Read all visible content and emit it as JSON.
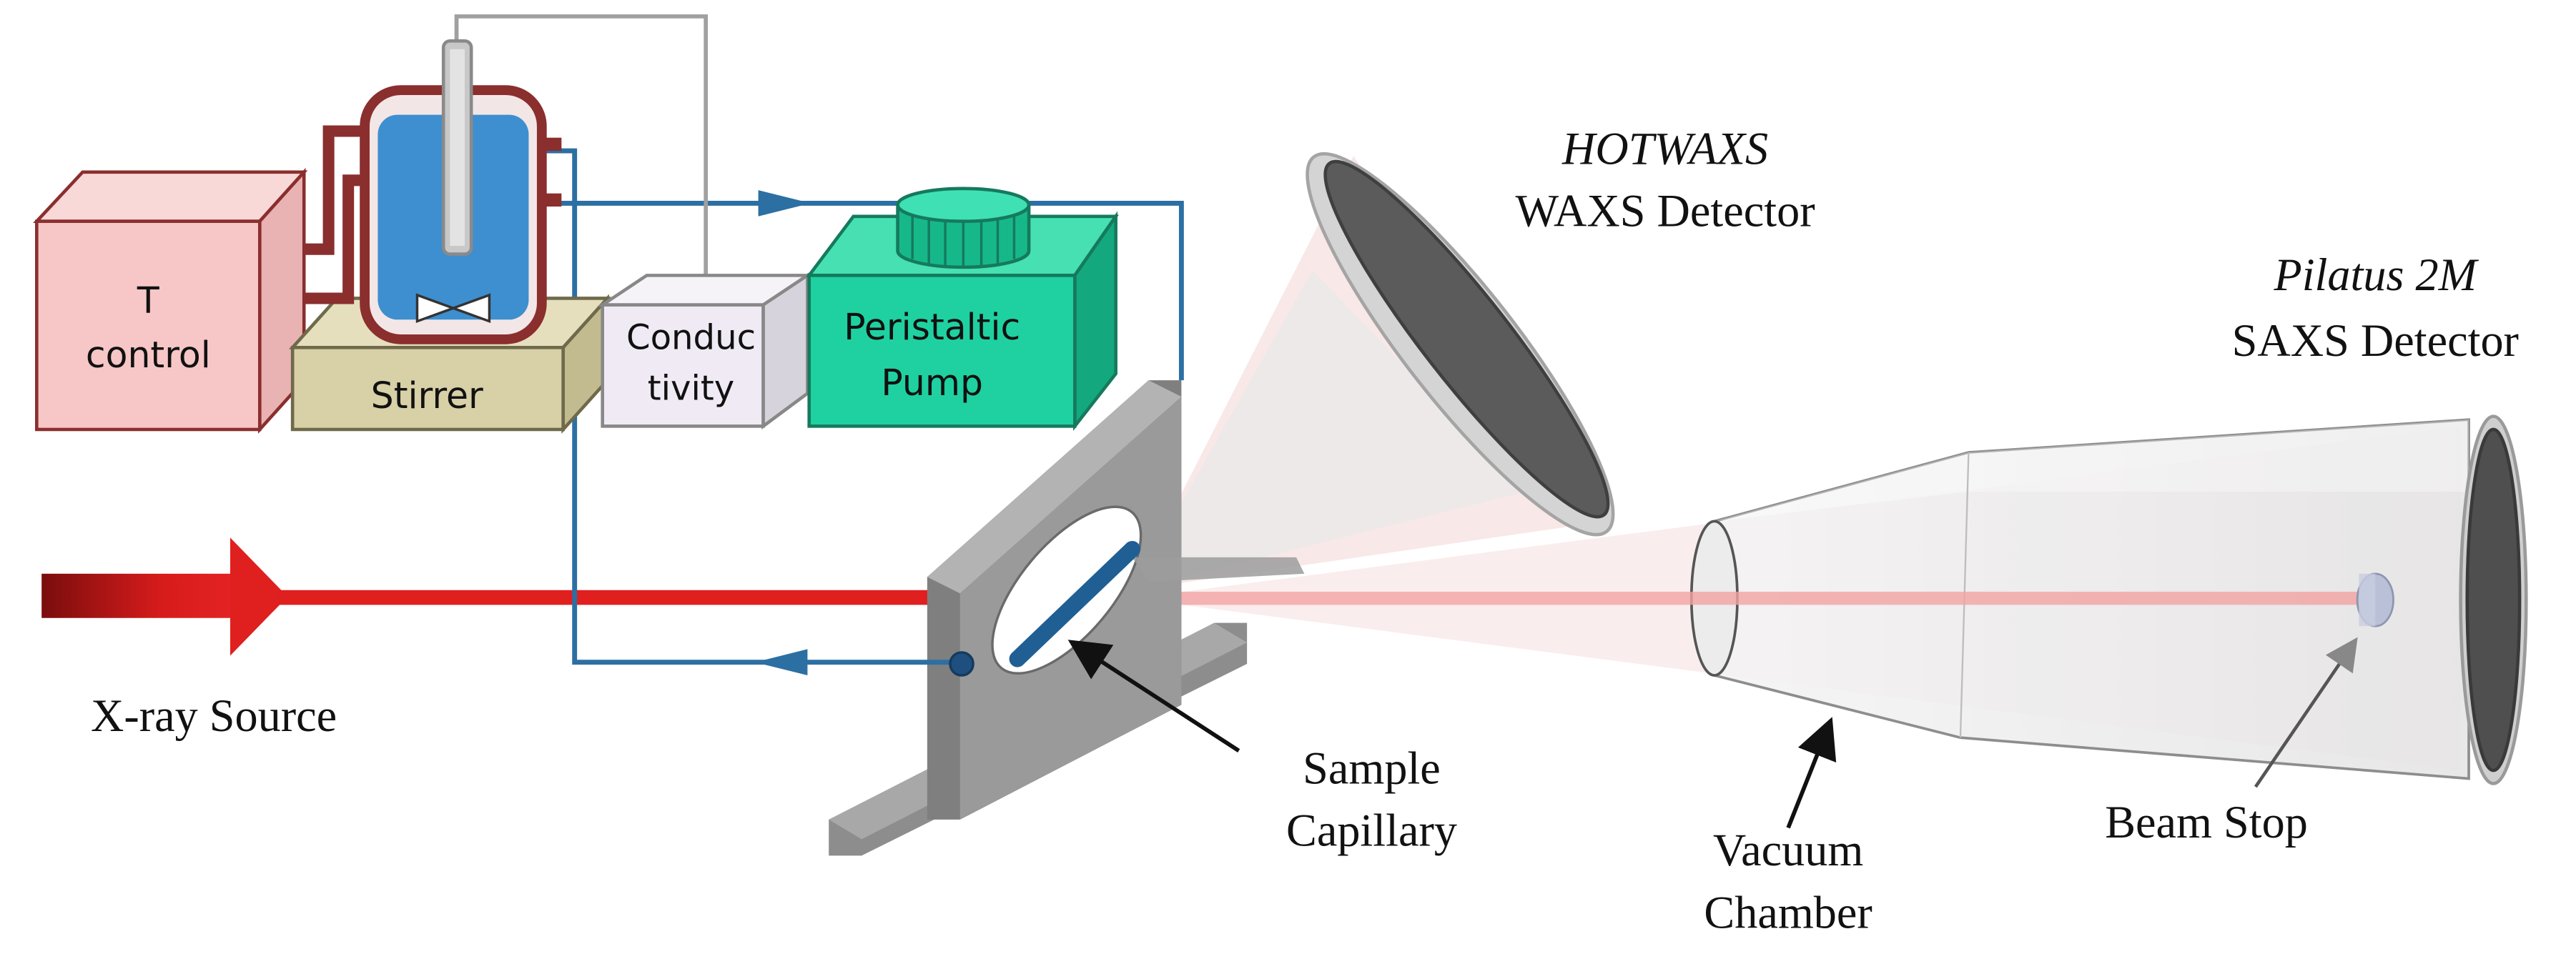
{
  "labels": {
    "t_control_line1": "T",
    "t_control_line2": "control",
    "stirrer": "Stirrer",
    "conductivity_line1": "Conduc",
    "conductivity_line2": "tivity",
    "pump_line1": "Peristaltic",
    "pump_line2": "Pump",
    "hotwaxs": "HOTWAXS",
    "waxs_detector": "WAXS Detector",
    "pilatus": "Pilatus 2M",
    "saxs_detector": "SAXS Detector",
    "xray_source": "X-ray Source",
    "sample_line1": "Sample",
    "sample_line2": "Capillary",
    "vacuum_line1": "Vacuum",
    "vacuum_line2": "Chamber",
    "beam_stop": "Beam Stop"
  },
  "colors": {
    "beam_red": "#e01f1f",
    "tube_blue": "#2c6fa3",
    "vessel_blue": "#3d8fcf",
    "heater_brown": "#8b2e2e",
    "tcontrol_fill": "#f7c6c6",
    "stirrer_fill": "#d8d0a6",
    "conductivity_fill": "#efeaf4",
    "pump_fill": "#1fd1a0",
    "holder_gray": "#8a8a8a",
    "detector_gray": "#5a5a5a"
  }
}
